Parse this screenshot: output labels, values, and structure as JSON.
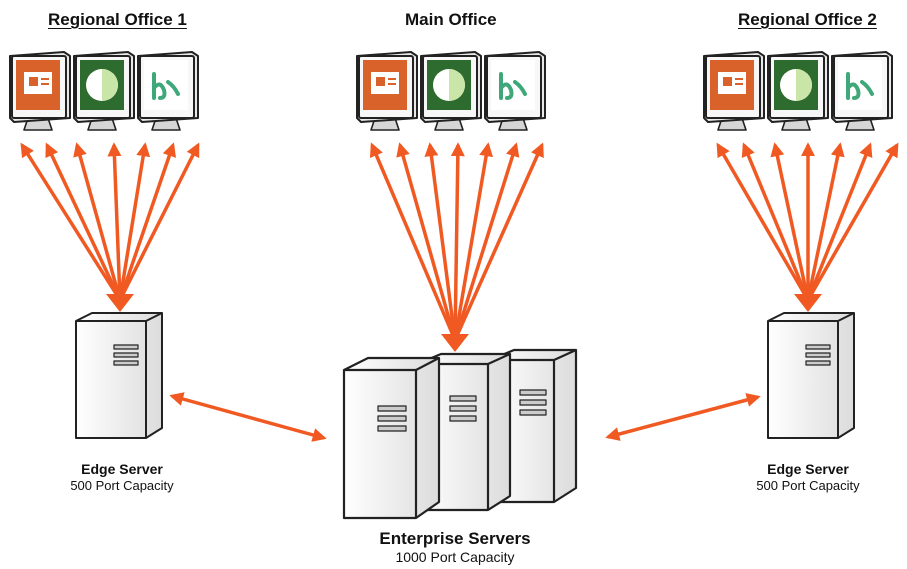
{
  "sites": {
    "regional1": {
      "title": "Regional Office 1"
    },
    "main": {
      "title": "Main Office"
    },
    "regional2": {
      "title": "Regional Office 2"
    }
  },
  "servers": {
    "edge1": {
      "name": "Edge Server",
      "capacity": "500 Port Capacity"
    },
    "enterprise": {
      "name": "Enterprise Servers",
      "capacity": "1000 Port Capacity"
    },
    "edge2": {
      "name": "Edge Server",
      "capacity": "500 Port Capacity"
    }
  },
  "client_apps": [
    "presentation-icon",
    "chart-icon",
    "acrobat-icon"
  ],
  "colors": {
    "arrow": "#f05a22",
    "presentation": "#d9622b",
    "chart": "#2e6b2e",
    "acrobat": "#3fa87a",
    "server_body": "#f2f2f2",
    "outline": "#222222"
  }
}
